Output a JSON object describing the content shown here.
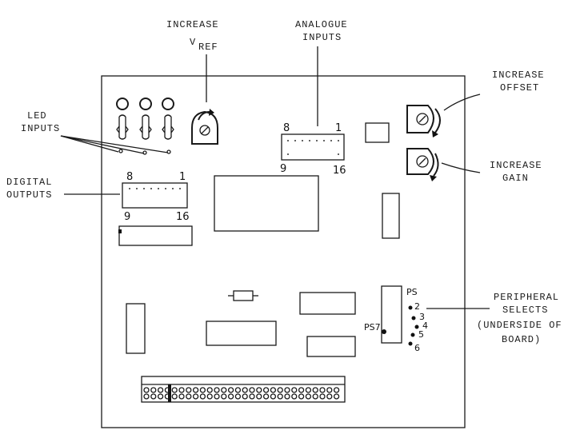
{
  "labels": {
    "increase_vref_line1": "INCREASE",
    "vref_v": "V",
    "vref_sub": "REF",
    "analogue_line1": "ANALOGUE",
    "analogue_line2": "INPUTS",
    "offset_line1": "INCREASE",
    "offset_line2": "OFFSET",
    "gain_line1": "INCREASE",
    "gain_line2": "GAIN",
    "led_line1": "LED",
    "led_line2": "INPUTS",
    "digital_line1": "DIGITAL",
    "digital_line2": "OUTPUTS",
    "peripheral_line1": "PERIPHERAL",
    "peripheral_line2": "SELECTS",
    "peripheral_line3": "(UNDERSIDE OF",
    "peripheral_line4": "BOARD)"
  },
  "pin_numbers": {
    "analogue_8": "8",
    "analogue_1": "1",
    "analogue_9": "9",
    "analogue_16": "16",
    "digital_8": "8",
    "digital_1": "1",
    "digital_9": "9",
    "digital_16": "16"
  },
  "peripheral_select_labels": {
    "ps": "PS",
    "p2": "2",
    "p3": "3",
    "p4": "4",
    "p5": "5",
    "p6": "6",
    "ps7": "PS7"
  }
}
